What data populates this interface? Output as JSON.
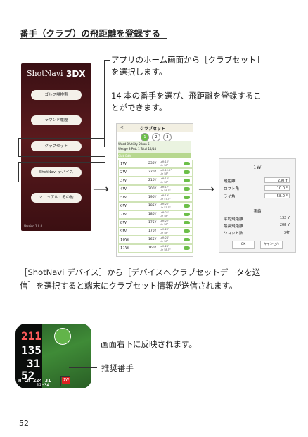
{
  "heading": "番手（クラブ）の飛距離を登録する",
  "intro": {
    "line1": "アプリのホーム画面から［クラブセット］",
    "line2": "を選択します。",
    "line3": "14 本の番手を選び、飛距離を登録するこ",
    "line4": "とができます。"
  },
  "home_screen": {
    "logo": "ShotNavi",
    "logo_model": "3DX",
    "buttons": [
      "ゴルフ場検索",
      "ラウンド履歴",
      "クラブセット",
      "ShotNavi デバイス",
      "マニュアル・その他"
    ],
    "version": "Version 1.0.0"
  },
  "club_screen": {
    "title": "クラブセット",
    "back": "<",
    "pages": [
      "1",
      "2",
      "3"
    ],
    "info_line1": "Wood  8     Utility  2     Iron  5",
    "info_line2": "Wedge  3     Putt  1     Total  14/14",
    "edit_label": "Club Edit",
    "rows": [
      {
        "name": "1W",
        "dist": "230Y",
        "loft1": "Loft 10°",
        "loft2": "Lie 58°"
      },
      {
        "name": "2W",
        "dist": "220Y",
        "loft1": "Loft 12.5°",
        "loft2": "Lie 58°"
      },
      {
        "name": "3W",
        "dist": "210Y",
        "loft1": "Loft 15°",
        "loft2": "Lie 58°"
      },
      {
        "name": "4W",
        "dist": "200Y",
        "loft1": "Loft 17°",
        "loft2": "Lie 58.5°"
      },
      {
        "name": "5W",
        "dist": "190Y",
        "loft1": "Loft 19°",
        "loft2": "Lie 57.5°"
      },
      {
        "name": "6W",
        "dist": "185Y",
        "loft1": "Loft 20°",
        "loft2": "Lie 57.5°"
      },
      {
        "name": "7W",
        "dist": "180Y",
        "loft1": "Loft 21°",
        "loft2": "Lie 58°"
      },
      {
        "name": "8W",
        "dist": "175Y",
        "loft1": "Loft 22°",
        "loft2": "Lie 58°"
      },
      {
        "name": "9W",
        "dist": "170Y",
        "loft1": "Loft 23°",
        "loft2": "Lie 58°"
      },
      {
        "name": "10W",
        "dist": "165Y",
        "loft1": "Loft 24°",
        "loft2": "Lie 58°"
      },
      {
        "name": "11W",
        "dist": "160Y",
        "loft1": "Loft 26°",
        "loft2": "Lie 58.5°"
      }
    ]
  },
  "detail_screen": {
    "title": "1W",
    "distance_label": "飛距離",
    "distance_value": "230 Y",
    "loft_label": "ロフト角",
    "loft_value": "10.0 °",
    "lie_label": "ライ角",
    "lie_value": "58.0 °",
    "actual_label": "実績",
    "avg_label": "平均飛距離",
    "avg_value": "132 Y",
    "max_label": "最長飛距離",
    "max_value": "208 Y",
    "shots_label": "ショット数",
    "shots_value": "3打",
    "ok": "OK",
    "cancel": "キャンセル"
  },
  "explain": {
    "line1": "［ShotNavi デバイス］から［デバイスへクラブセットデータを送",
    "line2": "信］を選択すると端末にクラブセット情報が送信されます。"
  },
  "watch": {
    "n1": "211",
    "n2": "135",
    "n3": "31",
    "n4": "52",
    "bottom": "H  Cn 224  31",
    "time": "12:34",
    "club": "1W"
  },
  "watch_caption": "画面右下に反映されます。",
  "recommend_label": "推奨番手",
  "page_number": "52"
}
